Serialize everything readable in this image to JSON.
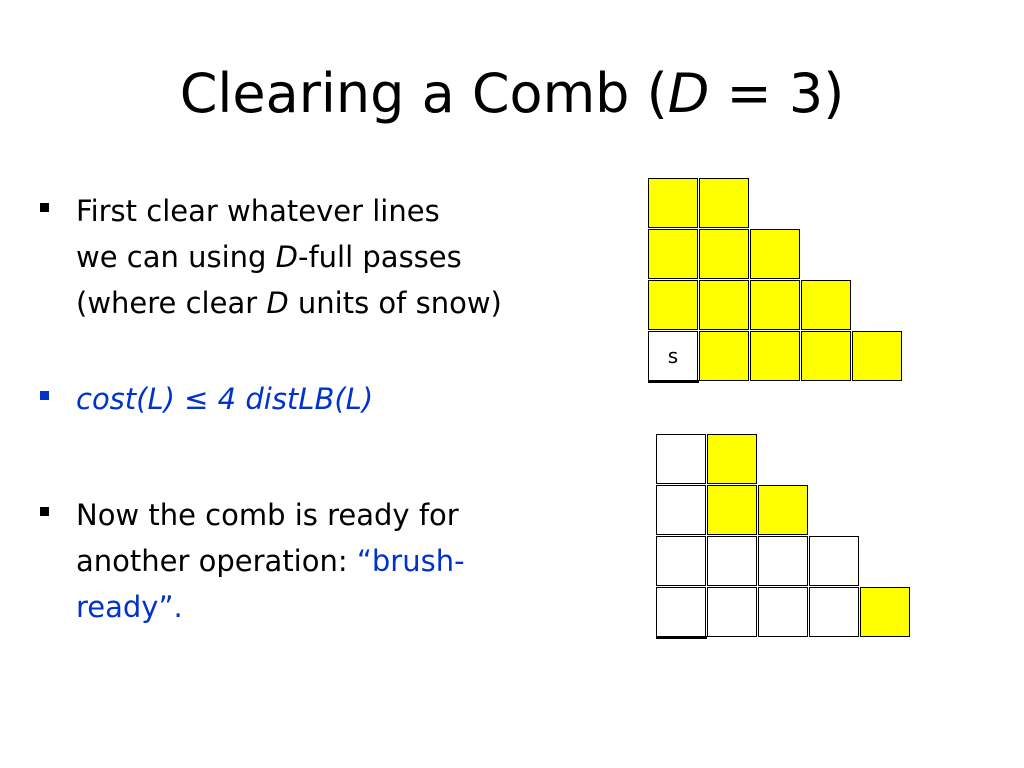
{
  "slide": {
    "title": {
      "prefix": "Clearing a Comb (",
      "var": "D",
      "suffix": " = 3)"
    },
    "bullets": [
      {
        "lines": [
          {
            "parts": [
              {
                "text": "First clear whatever lines"
              }
            ]
          },
          {
            "parts": [
              {
                "text": "we can using "
              },
              {
                "text": "D",
                "italic": true
              },
              {
                "text": "-full passes"
              }
            ]
          },
          {
            "parts": [
              {
                "text": "(where clear "
              },
              {
                "text": "D",
                "italic": true
              },
              {
                "text": " units of snow)"
              }
            ]
          }
        ]
      },
      {
        "color": "#0033cc",
        "lines": [
          {
            "parts": [
              {
                "text": "cost(L)  ≤  4 distLB(L)",
                "italic": true
              }
            ]
          }
        ]
      },
      {
        "lines": [
          {
            "parts": [
              {
                "text": "Now the comb is ready for"
              }
            ]
          },
          {
            "parts": [
              {
                "text": "another operation: "
              },
              {
                "text": "“brush-",
                "color": "#0033cc"
              }
            ]
          },
          {
            "parts": [
              {
                "text": "ready”.",
                "color": "#0033cc"
              }
            ]
          }
        ]
      }
    ]
  },
  "diagrams": [
    {
      "name": "comb-before",
      "rows": [
        [
          "Y",
          "Y"
        ],
        [
          "Y",
          "Y",
          "Y"
        ],
        [
          "Y",
          "Y",
          "Y",
          "Y"
        ],
        [
          "W",
          "Y",
          "Y",
          "Y",
          "Y"
        ]
      ],
      "labels": [
        {
          "row": 3,
          "col": 0,
          "text": "s"
        }
      ]
    },
    {
      "name": "comb-after",
      "rows": [
        [
          "W",
          "Y"
        ],
        [
          "W",
          "Y",
          "Y"
        ],
        [
          "W",
          "W",
          "W",
          "W"
        ],
        [
          "W",
          "W",
          "W",
          "W",
          "Y"
        ]
      ],
      "labels": []
    }
  ],
  "colors": {
    "snow": "#ffff00",
    "clear": "#ffffff",
    "accent_blue": "#0033cc",
    "text": "#000000"
  }
}
